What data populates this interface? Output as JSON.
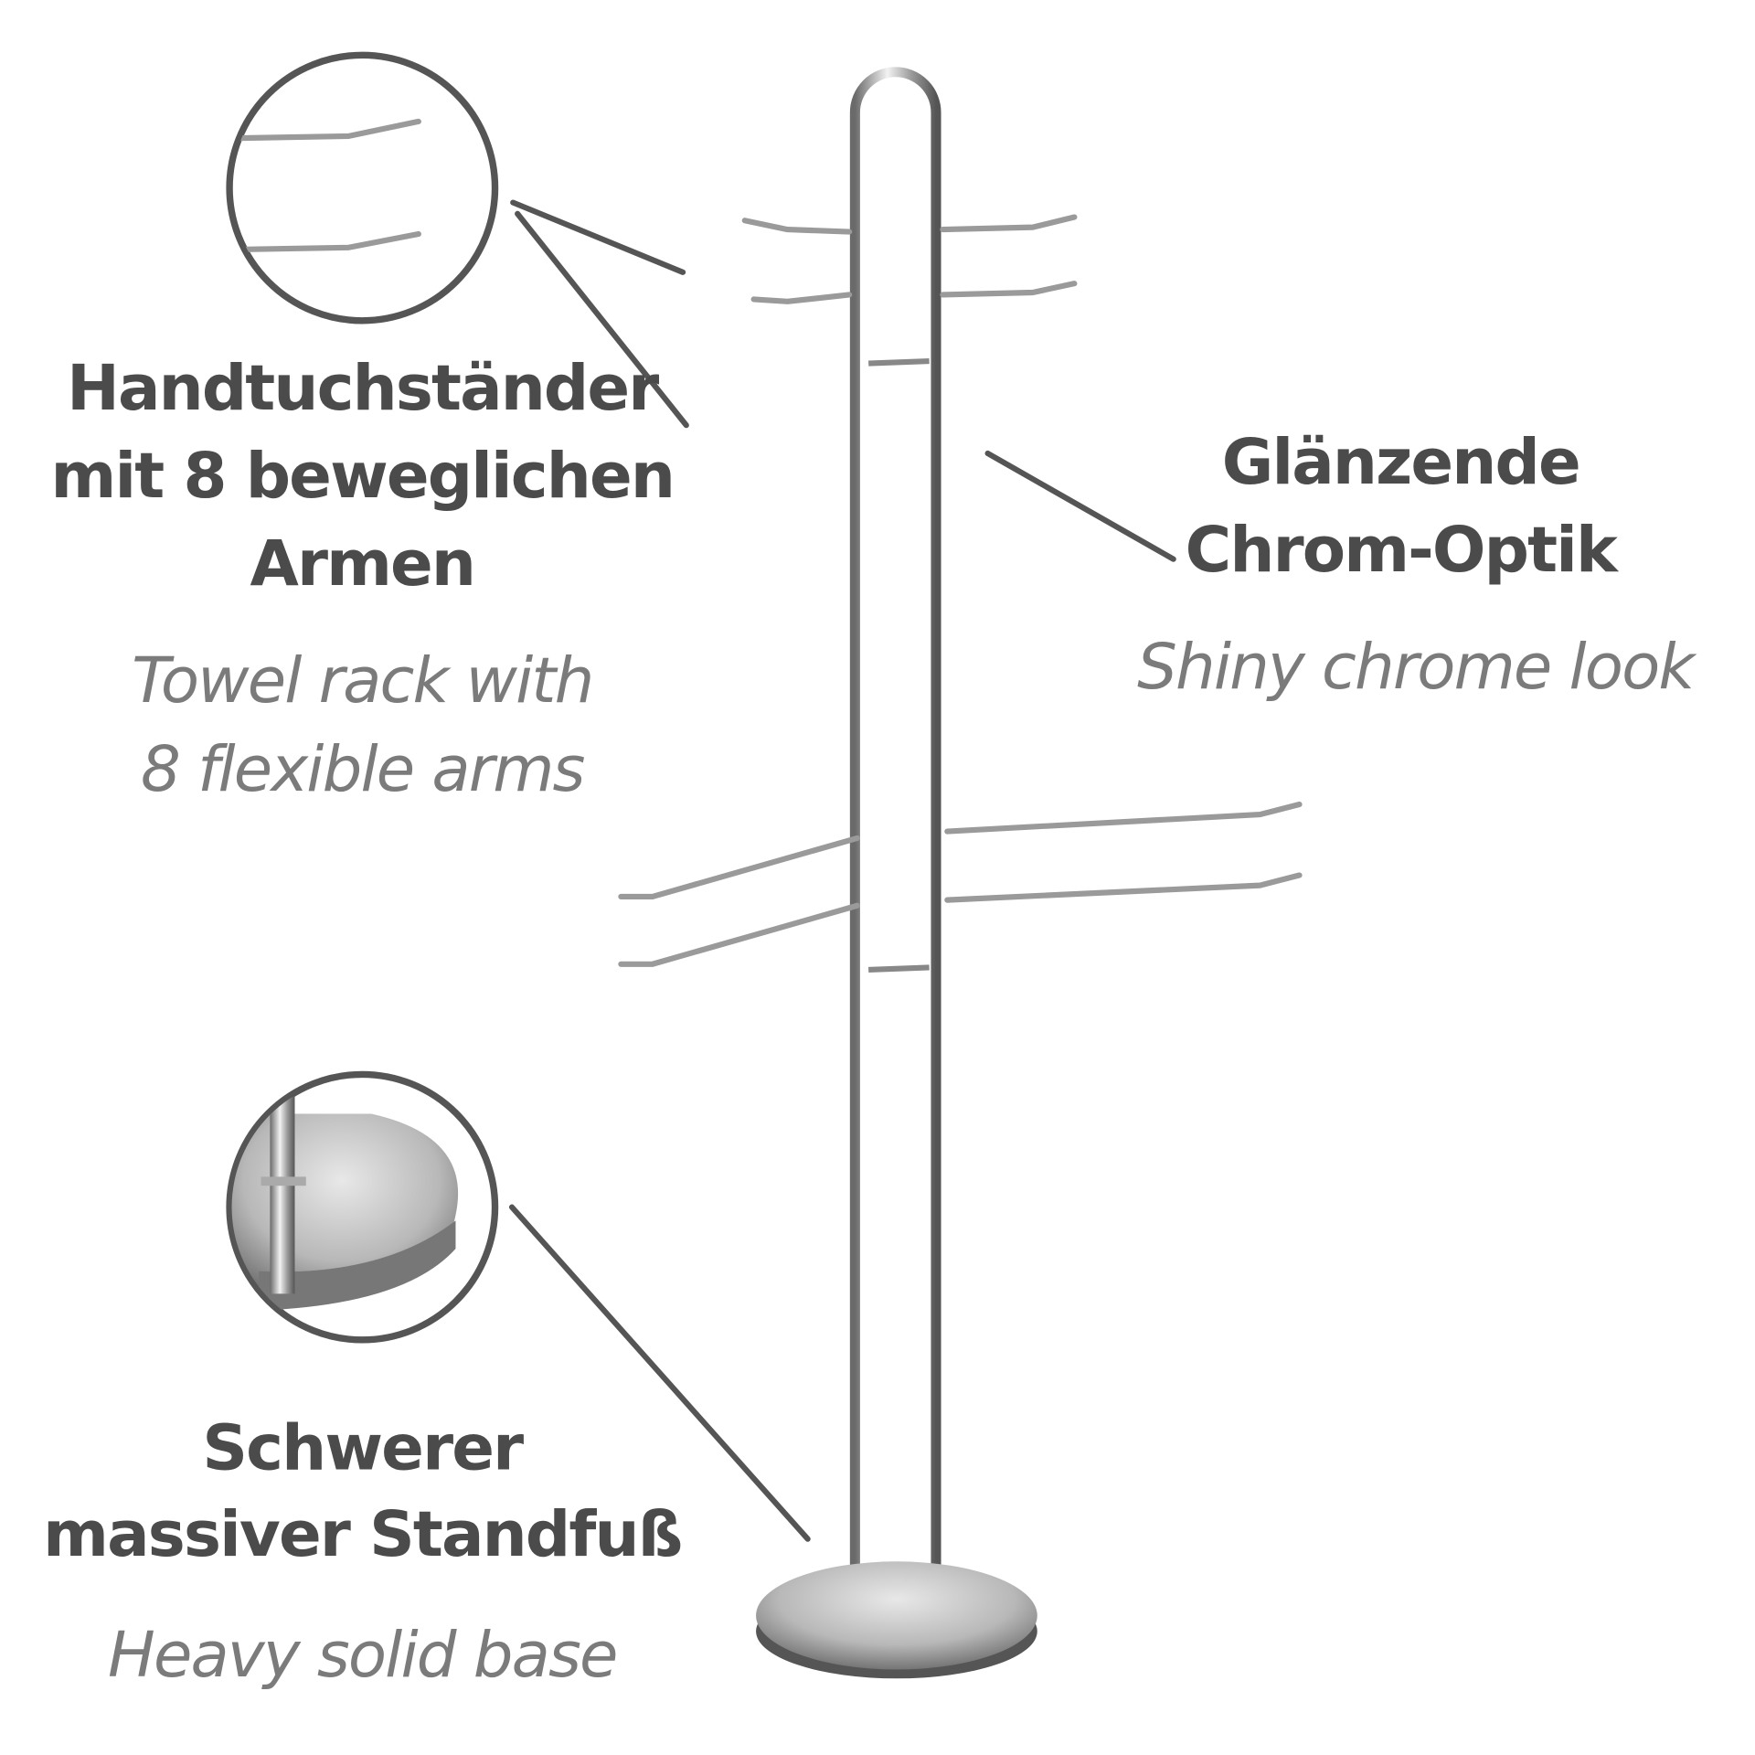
{
  "callouts": {
    "arms": {
      "de_lines": [
        "Handtuchständer",
        "mit 8 beweglichen",
        "Armen"
      ],
      "en_lines": [
        "Towel rack with",
        "8 flexible arms"
      ]
    },
    "chrome": {
      "de_lines": [
        "Glänzende",
        "Chrom-Optik"
      ],
      "en_lines": [
        "Shiny chrome look"
      ]
    },
    "base": {
      "de_lines": [
        "Schwerer",
        "massiver Standfuß"
      ],
      "en_lines": [
        "Heavy solid base"
      ]
    }
  },
  "colors": {
    "heading": "#4b4b4b",
    "subtitle": "#7b7b7b",
    "leader": "#555555"
  }
}
